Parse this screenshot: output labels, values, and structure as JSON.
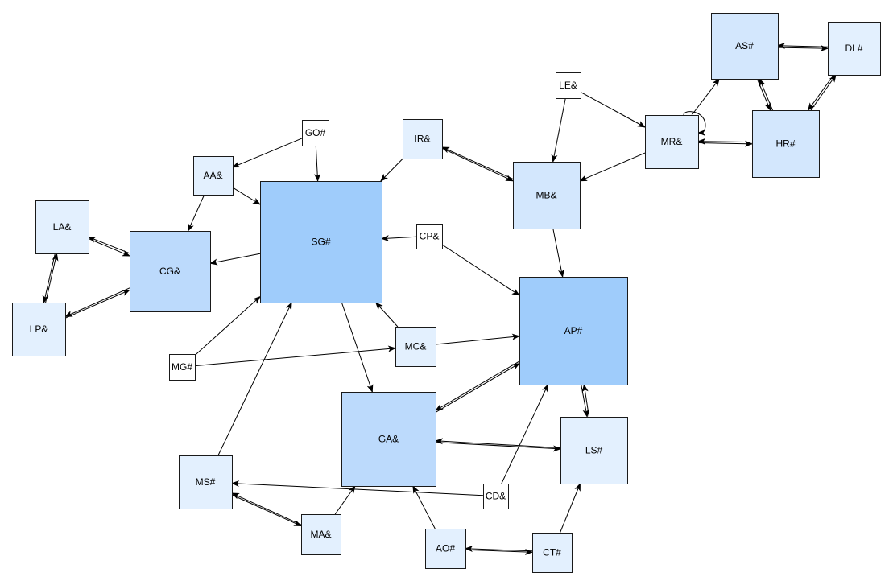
{
  "colors": {
    "background": "#ffffff",
    "edge": "#000000",
    "node_border": "#1a1a1a",
    "fill_white": "#ffffff",
    "fill_pale": "#e3f0fe",
    "fill_light": "#d3e7fd",
    "fill_mid": "#bcdafc",
    "fill_strong": "#9fccfb"
  },
  "nodes": [
    {
      "id": "AS",
      "label": "AS#",
      "tone": "fill_light"
    },
    {
      "id": "DL",
      "label": "DL#",
      "tone": "fill_pale"
    },
    {
      "id": "LE",
      "label": "LE&",
      "tone": "fill_white"
    },
    {
      "id": "MR",
      "label": "MR&",
      "tone": "fill_pale"
    },
    {
      "id": "HR",
      "label": "HR#",
      "tone": "fill_light"
    },
    {
      "id": "GO",
      "label": "GO#",
      "tone": "fill_white"
    },
    {
      "id": "IR",
      "label": "IR&",
      "tone": "fill_pale"
    },
    {
      "id": "AA",
      "label": "AA&",
      "tone": "fill_pale"
    },
    {
      "id": "MB",
      "label": "MB&",
      "tone": "fill_light"
    },
    {
      "id": "LA",
      "label": "LA&",
      "tone": "fill_pale"
    },
    {
      "id": "SG",
      "label": "SG#",
      "tone": "fill_strong"
    },
    {
      "id": "CP",
      "label": "CP&",
      "tone": "fill_white"
    },
    {
      "id": "CG",
      "label": "CG&",
      "tone": "fill_mid"
    },
    {
      "id": "AP",
      "label": "AP#",
      "tone": "fill_strong"
    },
    {
      "id": "LP",
      "label": "LP&",
      "tone": "fill_pale"
    },
    {
      "id": "MC",
      "label": "MC&",
      "tone": "fill_pale"
    },
    {
      "id": "MG",
      "label": "MG#",
      "tone": "fill_white"
    },
    {
      "id": "GA",
      "label": "GA&",
      "tone": "fill_mid"
    },
    {
      "id": "LS",
      "label": "LS#",
      "tone": "fill_pale"
    },
    {
      "id": "MS",
      "label": "MS#",
      "tone": "fill_pale"
    },
    {
      "id": "CD",
      "label": "CD&",
      "tone": "fill_white"
    },
    {
      "id": "MA",
      "label": "MA&",
      "tone": "fill_pale"
    },
    {
      "id": "AO",
      "label": "AO#",
      "tone": "fill_pale"
    },
    {
      "id": "CT",
      "label": "CT#",
      "tone": "fill_pale"
    }
  ],
  "edges": [
    {
      "from": "AS",
      "to": "DL"
    },
    {
      "from": "DL",
      "to": "AS"
    },
    {
      "from": "AS",
      "to": "HR"
    },
    {
      "from": "HR",
      "to": "AS"
    },
    {
      "from": "HR",
      "to": "DL"
    },
    {
      "from": "DL",
      "to": "HR"
    },
    {
      "from": "MR",
      "to": "AS"
    },
    {
      "from": "MR",
      "to": "HR"
    },
    {
      "from": "HR",
      "to": "MR"
    },
    {
      "from": "MR",
      "to": "MR"
    },
    {
      "from": "LE",
      "to": "MR"
    },
    {
      "from": "LE",
      "to": "MB"
    },
    {
      "from": "MR",
      "to": "MB"
    },
    {
      "from": "IR",
      "to": "MB"
    },
    {
      "from": "MB",
      "to": "IR"
    },
    {
      "from": "IR",
      "to": "SG"
    },
    {
      "from": "MB",
      "to": "AP"
    },
    {
      "from": "GO",
      "to": "SG"
    },
    {
      "from": "GO",
      "to": "AA"
    },
    {
      "from": "AA",
      "to": "SG"
    },
    {
      "from": "AA",
      "to": "CG"
    },
    {
      "from": "SG",
      "to": "CG"
    },
    {
      "from": "LA",
      "to": "CG"
    },
    {
      "from": "CG",
      "to": "LA"
    },
    {
      "from": "LP",
      "to": "CG"
    },
    {
      "from": "CG",
      "to": "LP"
    },
    {
      "from": "LA",
      "to": "LP"
    },
    {
      "from": "LP",
      "to": "LA"
    },
    {
      "from": "CP",
      "to": "SG"
    },
    {
      "from": "CP",
      "to": "AP"
    },
    {
      "from": "SG",
      "to": "GA"
    },
    {
      "from": "MC",
      "to": "SG"
    },
    {
      "from": "MC",
      "to": "AP"
    },
    {
      "from": "MG",
      "to": "SG"
    },
    {
      "from": "MG",
      "to": "MC"
    },
    {
      "from": "GA",
      "to": "AP"
    },
    {
      "from": "AP",
      "to": "GA"
    },
    {
      "from": "GA",
      "to": "LS"
    },
    {
      "from": "LS",
      "to": "GA"
    },
    {
      "from": "LS",
      "to": "AP"
    },
    {
      "from": "AP",
      "to": "LS"
    },
    {
      "from": "MS",
      "to": "SG"
    },
    {
      "from": "CD",
      "to": "MS"
    },
    {
      "from": "CD",
      "to": "AP"
    },
    {
      "from": "MS",
      "to": "MA"
    },
    {
      "from": "MA",
      "to": "MS"
    },
    {
      "from": "MA",
      "to": "GA"
    },
    {
      "from": "AO",
      "to": "GA"
    },
    {
      "from": "AO",
      "to": "CT"
    },
    {
      "from": "CT",
      "to": "AO"
    },
    {
      "from": "CT",
      "to": "LS"
    }
  ]
}
